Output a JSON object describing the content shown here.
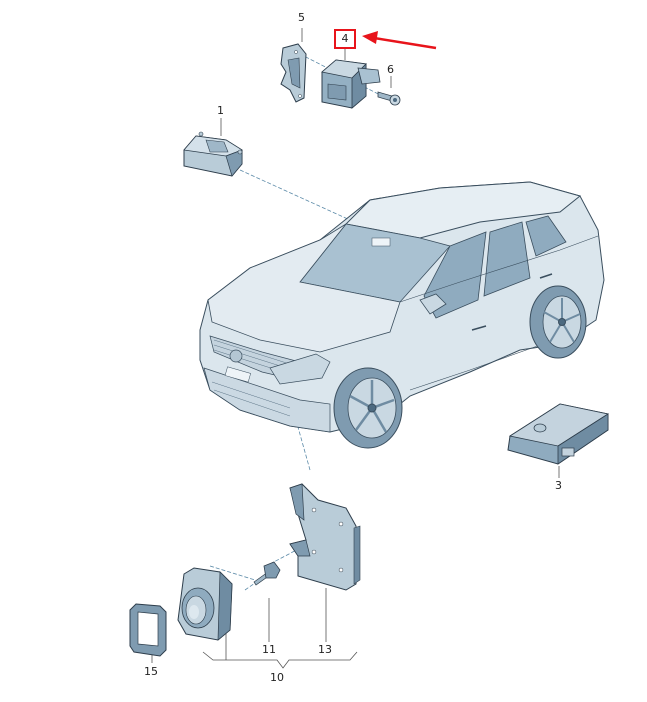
{
  "diagram": {
    "type": "exploded-parts-view",
    "subject": "SUV front camera / sensor parts",
    "colors": {
      "part_fill": "#b9ccd8",
      "part_shade": "#7f9bb0",
      "part_dark": "#4d6a80",
      "outline": "#2e3e4c",
      "leader": "#5b8aa8",
      "highlight": "#e8141b",
      "car_body": "#dbe6ed",
      "glass": "#a9c1d1"
    },
    "highlight": {
      "label": "4",
      "arrow": true
    },
    "labels": [
      {
        "id": "1",
        "text": "1"
      },
      {
        "id": "3",
        "text": "3"
      },
      {
        "id": "4",
        "text": "4"
      },
      {
        "id": "5",
        "text": "5"
      },
      {
        "id": "6",
        "text": "6"
      },
      {
        "id": "10",
        "text": "10"
      },
      {
        "id": "11",
        "text": "11"
      },
      {
        "id": "13",
        "text": "13"
      },
      {
        "id": "15",
        "text": "15"
      }
    ]
  }
}
